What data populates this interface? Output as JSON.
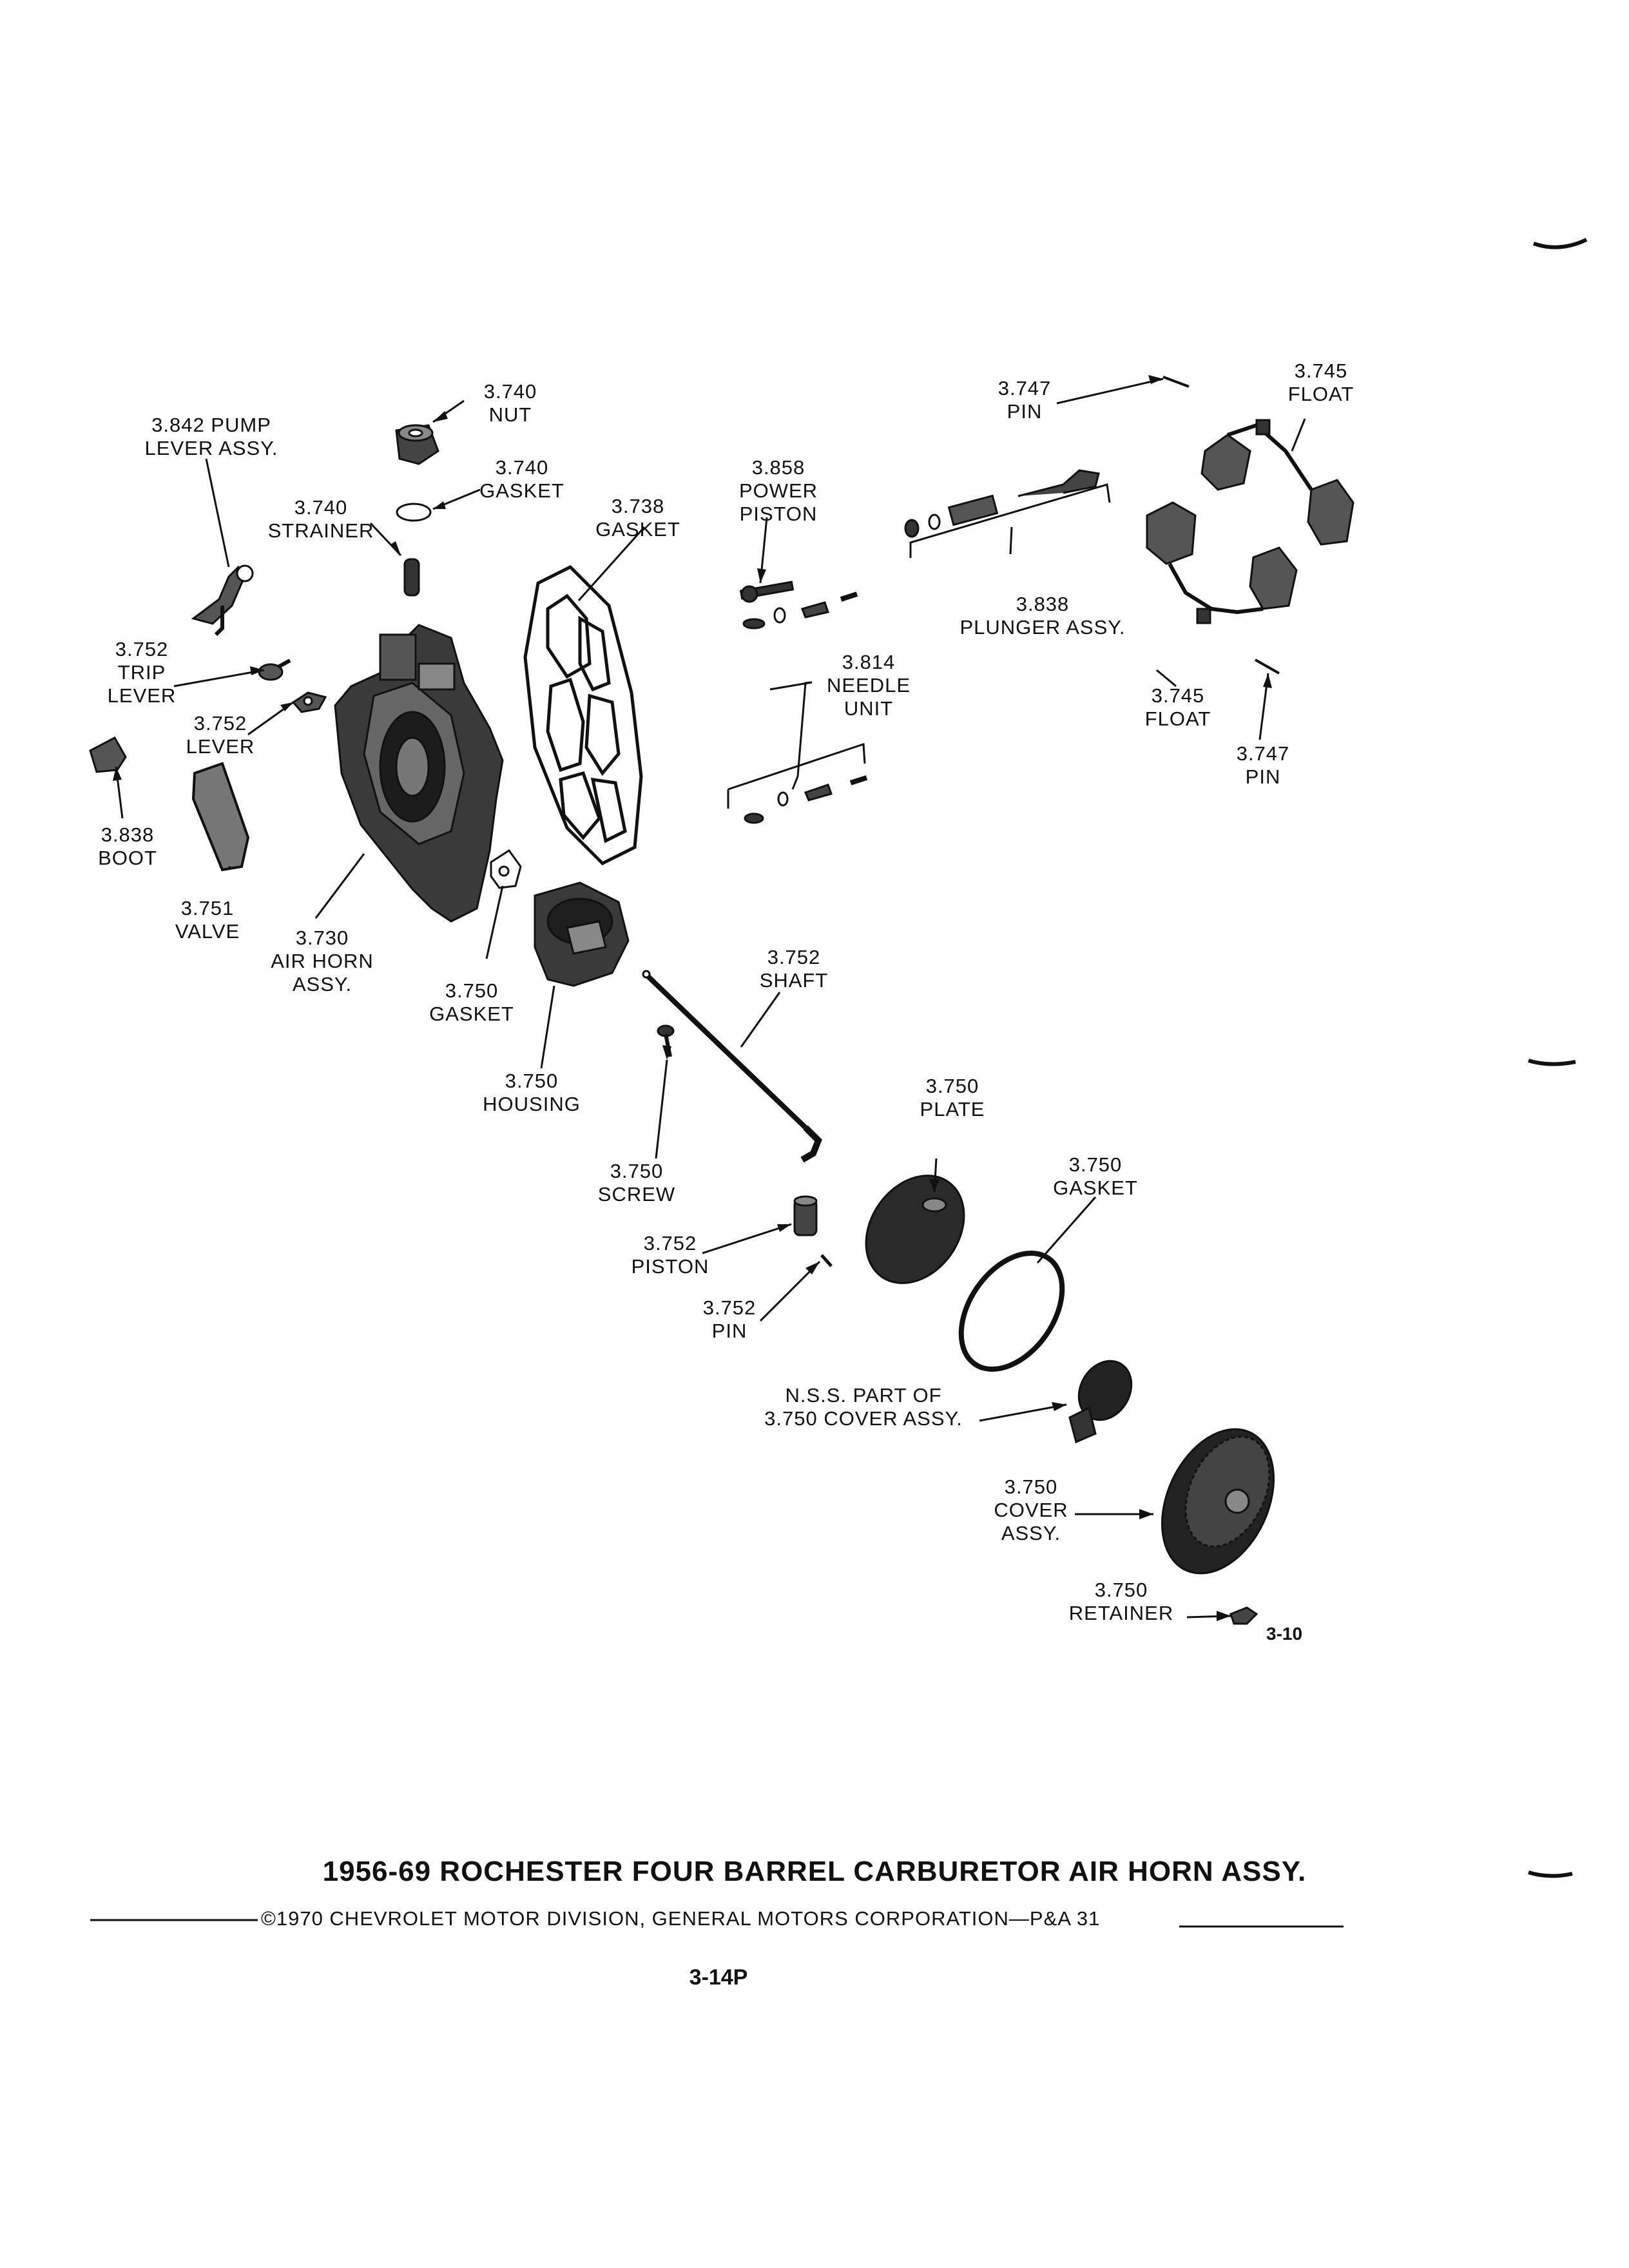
{
  "labels": {
    "pump_lever": [
      "3.842 PUMP",
      "LEVER ASSY."
    ],
    "nut": [
      "3.740",
      "NUT"
    ],
    "gasket_740": [
      "3.740",
      "GASKET"
    ],
    "strainer": [
      "3.740",
      "STRAINER"
    ],
    "gasket_738": [
      "3.738",
      "GASKET"
    ],
    "power_piston": [
      "3.858",
      "POWER",
      "PISTON"
    ],
    "pin_747_top": [
      "3.747",
      "PIN"
    ],
    "float_top": [
      "3.745",
      "FLOAT"
    ],
    "plunger": [
      "3.838",
      "PLUNGER ASSY."
    ],
    "trip_lever": [
      "3.752",
      "TRIP",
      "LEVER"
    ],
    "lever": [
      "3.752",
      "LEVER"
    ],
    "needle": [
      "3.814",
      "NEEDLE",
      "UNIT"
    ],
    "float_bottom": [
      "3.745",
      "FLOAT"
    ],
    "pin_747_bottom": [
      "3.747",
      "PIN"
    ],
    "boot": [
      "3.838",
      "BOOT"
    ],
    "valve": [
      "3.751",
      "VALVE"
    ],
    "air_horn": [
      "3.730",
      "AIR HORN",
      "ASSY."
    ],
    "gasket_750_small": [
      "3.750",
      "GASKET"
    ],
    "shaft": [
      "3.752",
      "SHAFT"
    ],
    "housing": [
      "3.750",
      "HOUSING"
    ],
    "plate": [
      "3.750",
      "PLATE"
    ],
    "screw": [
      "3.750",
      "SCREW"
    ],
    "gasket_750_ring": [
      "3.750",
      "GASKET"
    ],
    "piston": [
      "3.752",
      "PISTON"
    ],
    "pin_752": [
      "3.752",
      "PIN"
    ],
    "nss": [
      "N.S.S. PART OF",
      "3.750 COVER ASSY."
    ],
    "cover": [
      "3.750",
      "COVER",
      "ASSY."
    ],
    "retainer": [
      "3.750",
      "RETAINER"
    ]
  },
  "figure_number": "3-10",
  "title": "1956-69 ROCHESTER FOUR BARREL CARBURETOR AIR HORN ASSY.",
  "copyright": "©1970 CHEVROLET MOTOR DIVISION, GENERAL MOTORS CORPORATION—P&A 31",
  "page_number": "3-14P"
}
